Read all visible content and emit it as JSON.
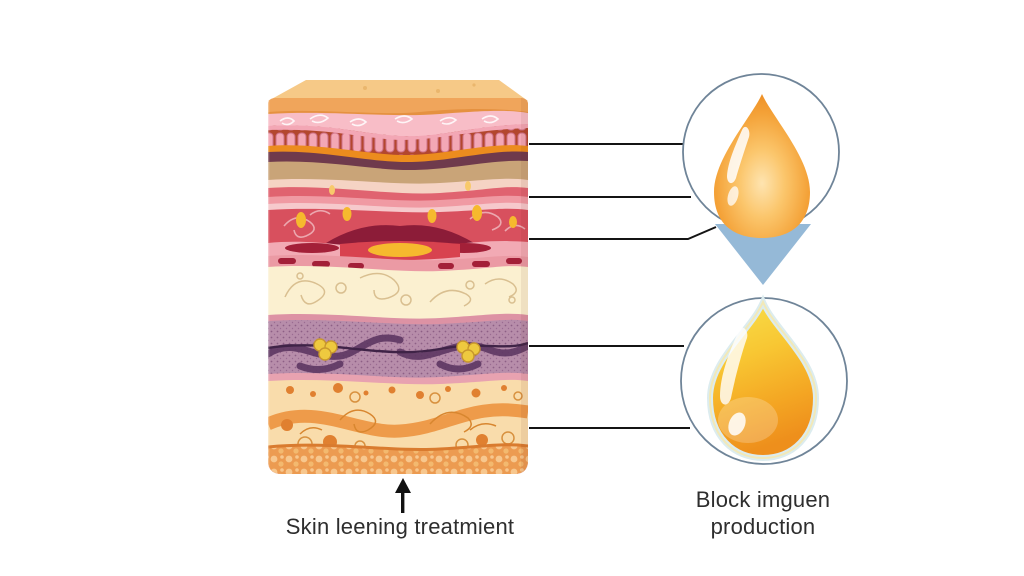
{
  "figure": {
    "type": "skin-cross-section-illustration",
    "background": "#ffffff"
  },
  "labels": {
    "treatment": "Skin leening treatmient",
    "production_line1": "Block imguen",
    "production_line2": "production"
  },
  "icons": {
    "top_callout": "orange-oil-droplet-icon",
    "bottom_callout": "yellow-serum-droplet-icon",
    "pointer": "blue-down-triangle",
    "arrow": "up-arrow-icon"
  },
  "palette": {
    "circle_border": "#6f8498",
    "pointer_blue": "#95b9d7",
    "droplet_orange": "#f5a733",
    "droplet_yellow": "#f8c733",
    "epidermis_pink": "#f3a7b5",
    "dermis_red": "#d8505e",
    "hypodermis_orange": "#ec9b51",
    "purple_layer": "#b78daa",
    "cream_layer": "#fbf0d0",
    "line_black": "#141414",
    "text_color": "#2e2e2e"
  },
  "callout_line_count": 5
}
